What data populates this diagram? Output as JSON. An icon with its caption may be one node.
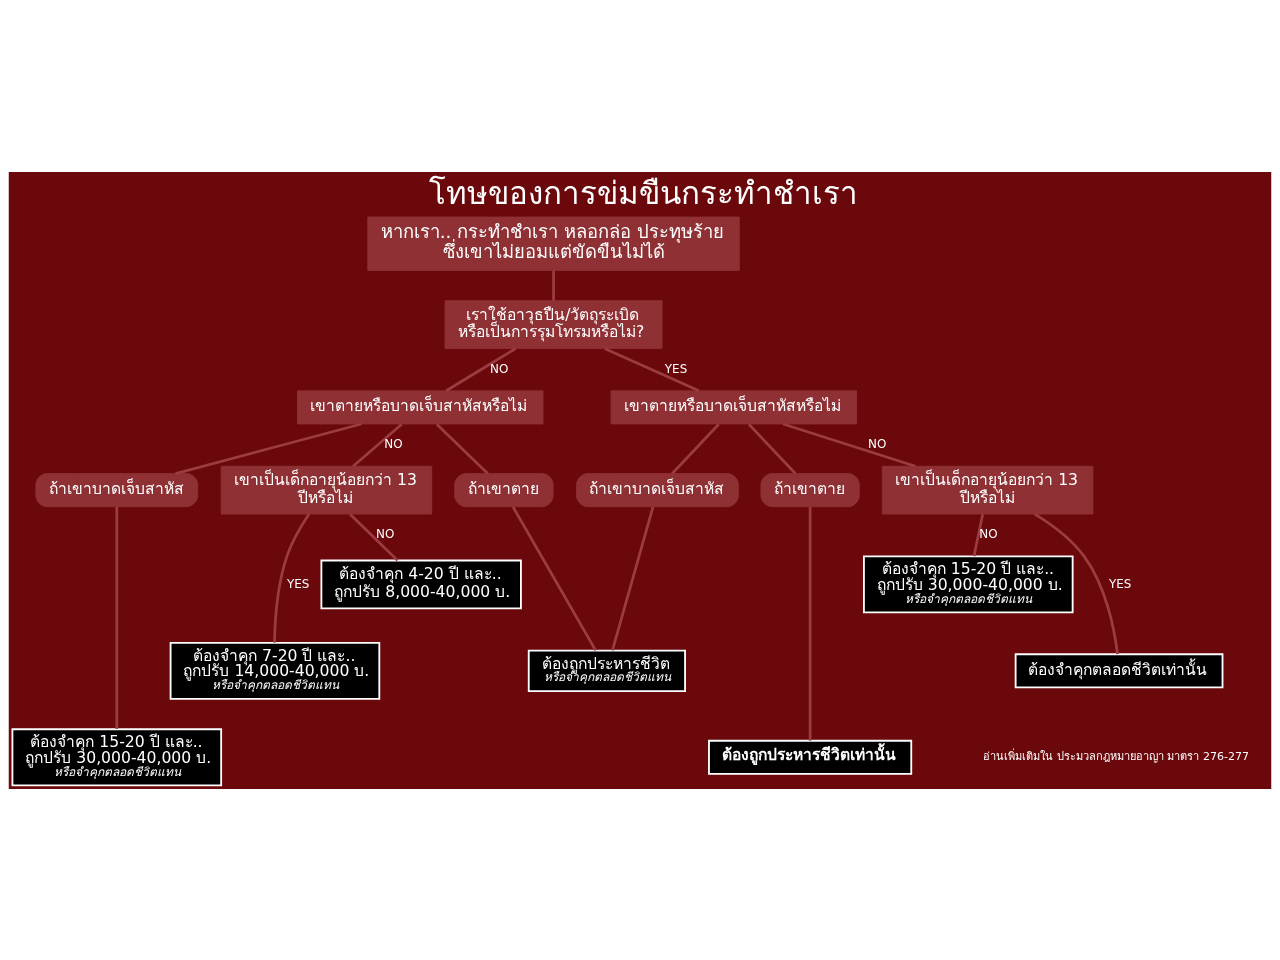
{
  "diagram": {
    "title": "โทษของการข่มขืนกระทำชำเรา",
    "nodes": [
      {
        "text": [
          "หากเรา.. กระทำชำเรา หลอกล่อ ประทุษร้าย ซึ่งเขาไม่ยอมแต่ขัดขืนไม่ได้"
        ]
      },
      {
        "text": [
          "เราใช้อาวุธปืน/วัตถุระเบิด หรือเป็นการรุมโทรมหรือไม่?"
        ]
      },
      {
        "text": [
          "เขาตายหรือบาดเจ็บสาหัสหรือไม่"
        ]
      },
      {
        "text": [
          "ถ้าเขาบาดเจ็บสาหัส"
        ]
      },
      {
        "text": [
          "ถ้าเขาบาดเจ็บสาหัส"
        ]
      },
      {
        "text": [
          "เขาตายหรือบาดเจ็บสาหัสหรือไม่"
        ]
      },
      {
        "text": [
          "ถ้าเขาตาย"
        ]
      },
      {
        "text": [
          "ถ้าเขาตาย"
        ]
      },
      {
        "text": [
          "เขาเป็นเด็กอายุน้อยกว่า 13 ปีหรือไม่"
        ]
      },
      {
        "text": [
          "เขาเป็นเด็กอายุน้อยกว่า 13 ปีหรือไม่"
        ]
      },
      {
        "text": [
          "ต้องจำคุก 4-20 ปี และ.. ถูกปรับ 8,000-40,000 บ."
        ]
      },
      {
        "text": [
          "ต้องถูกประหารชีวิต",
          "หรือจำคุกตลอดชีวิตแทน"
        ]
      },
      {
        "text": [
          "ต้องจำคุก 15-20 ปี และ.. ถูกปรับ 30,000-40,000 บ.",
          "หรือจำคุกตลอดชีวิตแทน"
        ]
      },
      {
        "text": [
          "ต้องจำคุก 7-20 ปี และ.. ถูกปรับ 14,000-40,000 บ.",
          "หรือจำคุกตลอดชีวิตแทน"
        ]
      },
      {
        "text": [
          "ต้องจำคุก 15-20 ปี และ.. ถูกปรับ 30,000-40,000 บ.",
          "หรือจำคุกตลอดชีวิตแทน"
        ]
      },
      {
        "text": [
          "ต้องถูกประหารชีวิตเท่านั้น"
        ]
      },
      {
        "text": [
          "ต้องจำคุกตลอดชีวิตเท่านั้น"
        ]
      }
    ],
    "edges": [
      {
        "from": 0,
        "to": 1,
        "arrow": "none"
      },
      {
        "from": 1,
        "to": 2,
        "arrow": "none",
        "label": "NO"
      },
      {
        "from": 1,
        "to": 5,
        "arrow": "none",
        "label": "YES"
      },
      {
        "from": 2,
        "to": 3,
        "arrow": "none"
      },
      {
        "from": 2,
        "to": 6,
        "arrow": "none"
      },
      {
        "from": 2,
        "to": 8,
        "arrow": "none",
        "label": "NO"
      },
      {
        "from": 5,
        "to": 4,
        "arrow": "none"
      },
      {
        "from": 5,
        "to": 7,
        "arrow": "none"
      },
      {
        "from": 5,
        "to": 9,
        "arrow": "none",
        "label": "NO"
      },
      {
        "from": 8,
        "to": 10,
        "arrow": "none",
        "label": "NO"
      },
      {
        "from": 8,
        "to": 13,
        "arrow": "none",
        "label": "YES"
      },
      {
        "from": 6,
        "to": 11,
        "arrow": "none"
      },
      {
        "from": 4,
        "to": 11,
        "arrow": "none"
      },
      {
        "from": 3,
        "to": 14,
        "arrow": "none"
      },
      {
        "from": 7,
        "to": 15,
        "arrow": "none"
      },
      {
        "from": 9,
        "to": 16,
        "arrow": "none",
        "label": "YES"
      },
      {
        "from": 9,
        "to": 12,
        "arrow": "none",
        "label": "NO"
      }
    ],
    "labels": [
      "อ่านเพิ่มเติมใน ประมวลกฎหมายอาญา มาตรา 276-277"
    ]
  }
}
